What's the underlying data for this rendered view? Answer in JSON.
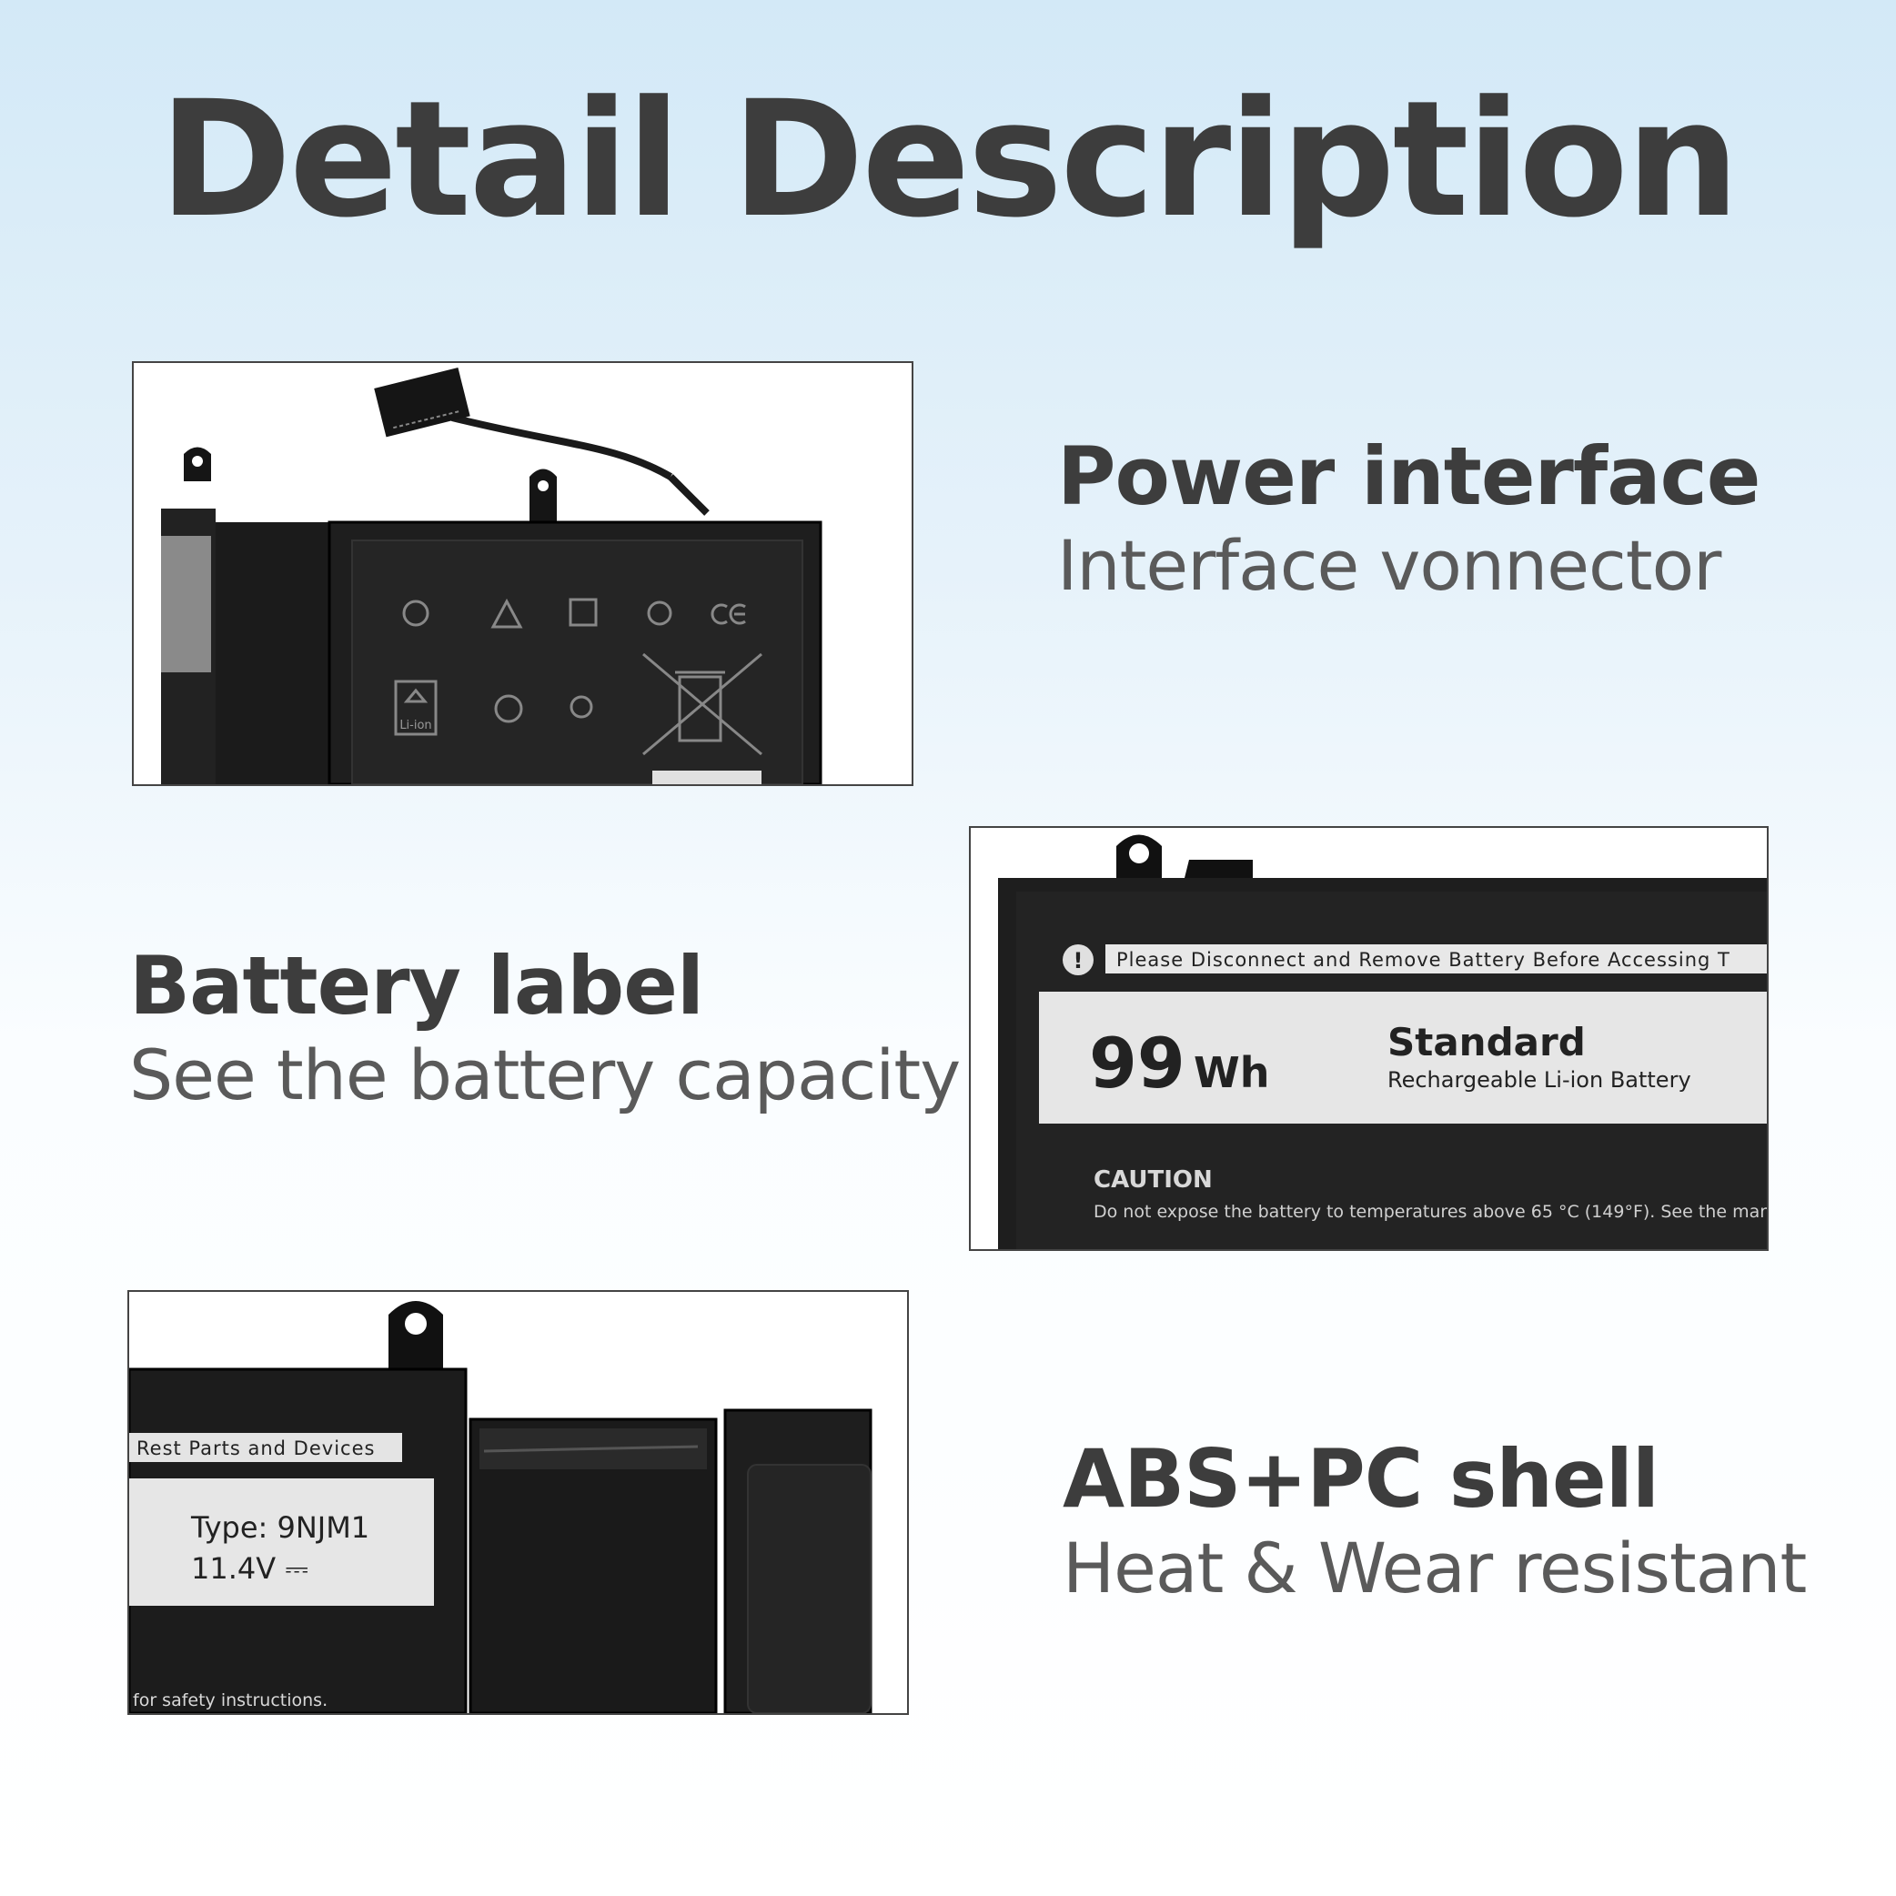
{
  "page": {
    "title": "Detail Description"
  },
  "features": [
    {
      "heading": "Power interface",
      "subheading": "Interface vonnector"
    },
    {
      "heading": "Battery label",
      "subheading": "See the battery capacity"
    },
    {
      "heading": "ABS+PC shell",
      "subheading": "Heat & Wear resistant"
    }
  ],
  "photos": {
    "connector": {
      "recycle_label": "Li-ion"
    },
    "label": {
      "warning_strip": "Please Disconnect and Remove Battery Before Accessing T",
      "capacity_value": "99",
      "capacity_unit": "Wh",
      "type_title": "Standard",
      "type_subtitle": "Rechargeable Li-ion Battery",
      "caution_title": "CAUTION",
      "caution_text": "Do not expose the battery to temperatures above 65  °C (149°F).  See the mar"
    },
    "shell": {
      "strip_text": "Rest Parts and Devices",
      "type_line": "Type: 9NJM1",
      "voltage_line": "11.4V ⎓",
      "footer_text": "for safety instructions."
    }
  },
  "colors": {
    "heading": "#3d3d3d",
    "subheading": "#5a5a5a",
    "battery_body": "#1e1e1e",
    "sticker": "#e8e8e8"
  }
}
